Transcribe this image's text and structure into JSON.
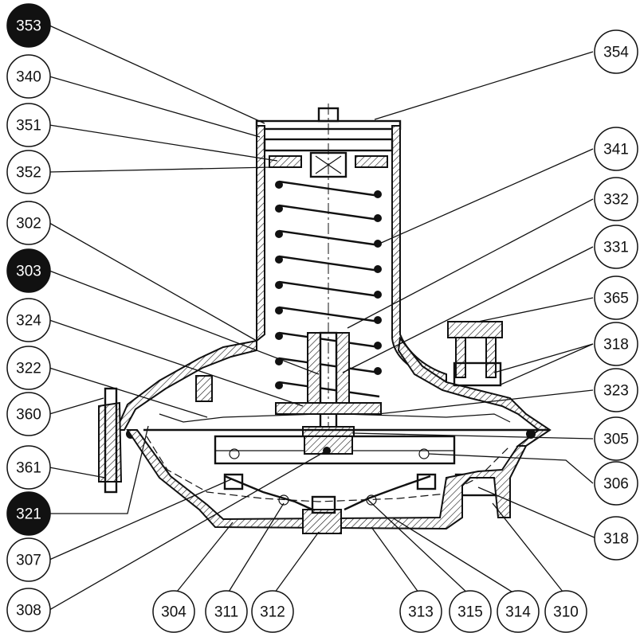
{
  "callouts": [
    {
      "id": "c353",
      "label": "353",
      "style": "dark"
    },
    {
      "id": "c340",
      "label": "340",
      "style": "light"
    },
    {
      "id": "c351",
      "label": "351",
      "style": "light"
    },
    {
      "id": "c352",
      "label": "352",
      "style": "light"
    },
    {
      "id": "c302",
      "label": "302",
      "style": "light"
    },
    {
      "id": "c303",
      "label": "303",
      "style": "dark"
    },
    {
      "id": "c324",
      "label": "324",
      "style": "light"
    },
    {
      "id": "c322",
      "label": "322",
      "style": "light"
    },
    {
      "id": "c360",
      "label": "360",
      "style": "light"
    },
    {
      "id": "c361",
      "label": "361",
      "style": "light"
    },
    {
      "id": "c321",
      "label": "321",
      "style": "dark"
    },
    {
      "id": "c307",
      "label": "307",
      "style": "light"
    },
    {
      "id": "c308",
      "label": "308",
      "style": "light"
    },
    {
      "id": "c304",
      "label": "304",
      "style": "light"
    },
    {
      "id": "c311",
      "label": "311",
      "style": "light"
    },
    {
      "id": "c312",
      "label": "312",
      "style": "light"
    },
    {
      "id": "c313",
      "label": "313",
      "style": "light"
    },
    {
      "id": "c315",
      "label": "315",
      "style": "light"
    },
    {
      "id": "c314",
      "label": "314",
      "style": "light"
    },
    {
      "id": "c310",
      "label": "310",
      "style": "light"
    },
    {
      "id": "c318b",
      "label": "318",
      "style": "light"
    },
    {
      "id": "c306",
      "label": "306",
      "style": "light"
    },
    {
      "id": "c305",
      "label": "305",
      "style": "light"
    },
    {
      "id": "c323",
      "label": "323",
      "style": "light"
    },
    {
      "id": "c318a",
      "label": "318",
      "style": "light"
    },
    {
      "id": "c365",
      "label": "365",
      "style": "light"
    },
    {
      "id": "c331",
      "label": "331",
      "style": "light"
    },
    {
      "id": "c332",
      "label": "332",
      "style": "light"
    },
    {
      "id": "c341",
      "label": "341",
      "style": "light"
    },
    {
      "id": "c354",
      "label": "354",
      "style": "light"
    }
  ],
  "colors": {
    "ink": "#111111",
    "dark_fill": "#111111",
    "light_fill": "#ffffff",
    "dark_text": "#ffffff",
    "light_text": "#111111"
  }
}
